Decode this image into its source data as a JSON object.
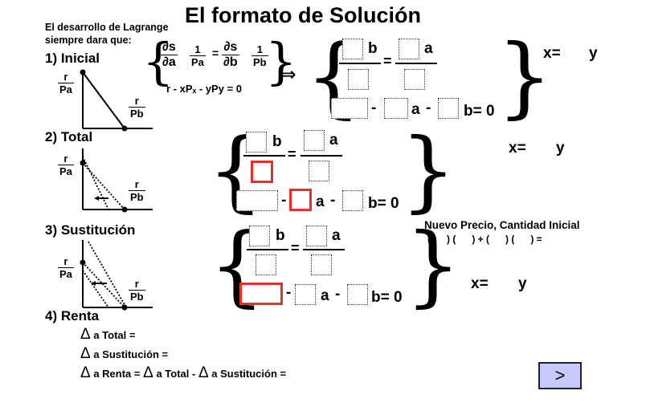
{
  "title": "El formato de Solución",
  "intro": {
    "line1": "El desarrollo de Lagrange",
    "line2": "siempre dara que:"
  },
  "steps": {
    "s1": "1) Inicial",
    "s2": "2) Total",
    "s3": "3) Sustitución",
    "s4": "4) Renta"
  },
  "graph": {
    "r": "r",
    "pa": "Pa",
    "pb": "Pb"
  },
  "lagrange": {
    "ds": "∂s",
    "da": "∂a",
    "db": "∂b",
    "one": "1",
    "pa": "Pa",
    "pb": "Pb",
    "eq": "=",
    "budget": "r - xPₓ - yPy = 0",
    "implies": "⇒"
  },
  "eq": {
    "b": "b",
    "a": "a",
    "eq": "=",
    "minus": "-",
    "b0": "b= 0"
  },
  "xy": {
    "x": "x=",
    "y": "y"
  },
  "nuevo": {
    "title": "Nuevo Precio, Cantidad Inicial",
    "formula": "(      ) (      ) + (      ) (      ) ="
  },
  "deltas": {
    "tri": "Δ",
    "total": "a Total =",
    "sust": "a Sustitución =",
    "renta1": "a Renta =",
    "renta2": "a Total -",
    "renta3": "a Sustitución ="
  },
  "nav": {
    "next": ">"
  }
}
